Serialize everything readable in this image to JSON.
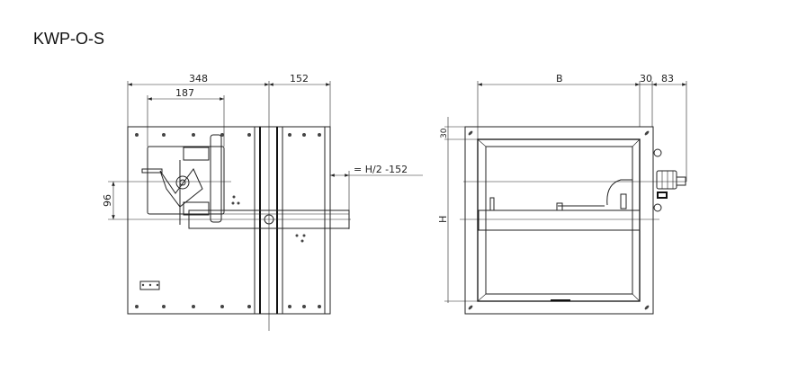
{
  "title": "KWP-O-S",
  "side_view": {
    "dim_total_left": "348",
    "dim_right": "152",
    "dim_mechanism": "187",
    "dim_vertical": "96",
    "dim_offset_note": "= H/2  -152"
  },
  "front_view": {
    "dim_width": "B",
    "dim_flange": "30",
    "dim_actuator": "83",
    "dim_flange_vertical": "30",
    "dim_height": "H"
  }
}
